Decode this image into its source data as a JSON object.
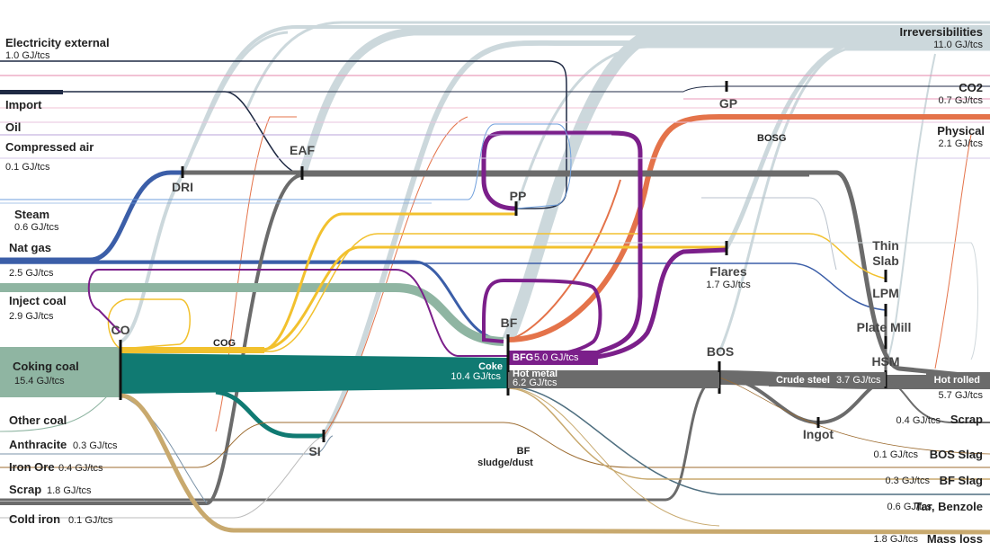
{
  "colors": {
    "irreversibilities": "#ccd8dc",
    "co2": "#e89ab8",
    "physical": "#e4734a",
    "electricity": "#1f2a44",
    "natgas": "#3b5ea8",
    "inject_coal": "#8fb5a2",
    "coking_coal": "#107a72",
    "coke_oven_gas": "#f2c12e",
    "bfg": "#7b1f8a",
    "hot_metal": "#6b6b6b",
    "slag": "#c8a96e",
    "steam": "#6f9fdc",
    "tar": "#4f6f80",
    "brown": "#9c6b2f"
  },
  "inputs": [
    {
      "label": "Electricity external",
      "value": "1.0 GJ/tcs"
    },
    {
      "label": "Import",
      "value": ""
    },
    {
      "label": "Oil",
      "value": ""
    },
    {
      "label": "Compressed air",
      "value": "0.1 GJ/tcs"
    },
    {
      "label": "Steam",
      "value": "0.6 GJ/tcs"
    },
    {
      "label": "Nat gas",
      "value": "2.5 GJ/tcs"
    },
    {
      "label": "Inject coal",
      "value": "2.9 GJ/tcs"
    },
    {
      "label": "Coking coal",
      "value": "15.4 GJ/tcs"
    },
    {
      "label": "Other coal",
      "value": ""
    },
    {
      "label": "Anthracite",
      "value": "0.3 GJ/tcs"
    },
    {
      "label": "Iron Ore",
      "value": "0.4 GJ/tcs"
    },
    {
      "label": "Scrap",
      "value": "1.8 GJ/tcs"
    },
    {
      "label": "Cold iron",
      "value": "0.1 GJ/tcs"
    }
  ],
  "outputs": [
    {
      "label": "Irreversibilities",
      "value": "11.0 GJ/tcs"
    },
    {
      "label": "CO2",
      "value": "0.7 GJ/tcs"
    },
    {
      "label": "Physical",
      "value": "2.1 GJ/tcs"
    },
    {
      "label": "Hot rolled",
      "value": "5.7 GJ/tcs"
    },
    {
      "label": "Scrap",
      "value": "0.4 GJ/tcs"
    },
    {
      "label": "BOS Slag",
      "value": "0.1 GJ/tcs"
    },
    {
      "label": "BF Slag",
      "value": "0.3 GJ/tcs"
    },
    {
      "label": "Tar, Benzole",
      "value": "0.6 GJ/tcs"
    },
    {
      "label": "Mass loss",
      "value": "1.8 GJ/tcs"
    }
  ],
  "nodes": {
    "eaf": "EAF",
    "dri": "DRI",
    "pp": "PP",
    "gp": "GP",
    "co": "CO",
    "bf": "BF",
    "bos": "BOS",
    "si": "SI",
    "ingot": "Ingot",
    "flares": "Flares",
    "thin_slab_1": "Thin",
    "thin_slab_2": "Slab",
    "lpm": "LPM",
    "plate_mill": "Plate Mill",
    "hsm": "HSM"
  },
  "flow_labels": {
    "cog": "COG",
    "bosg": "BOSG",
    "bfg": "BFG",
    "bfg_value": "5.0 GJ/tcs",
    "coke": "Coke",
    "coke_value": "10.4 GJ/tcs",
    "hot_metal": "Hot metal",
    "hot_metal_value": "6.2 GJ/tcs",
    "crude_steel": "Crude steel",
    "crude_steel_value": "3.7 GJ/tcs",
    "flares_value": "1.7 GJ/tcs",
    "bf_sludge_1": "BF",
    "bf_sludge_2": "sludge/dust"
  }
}
